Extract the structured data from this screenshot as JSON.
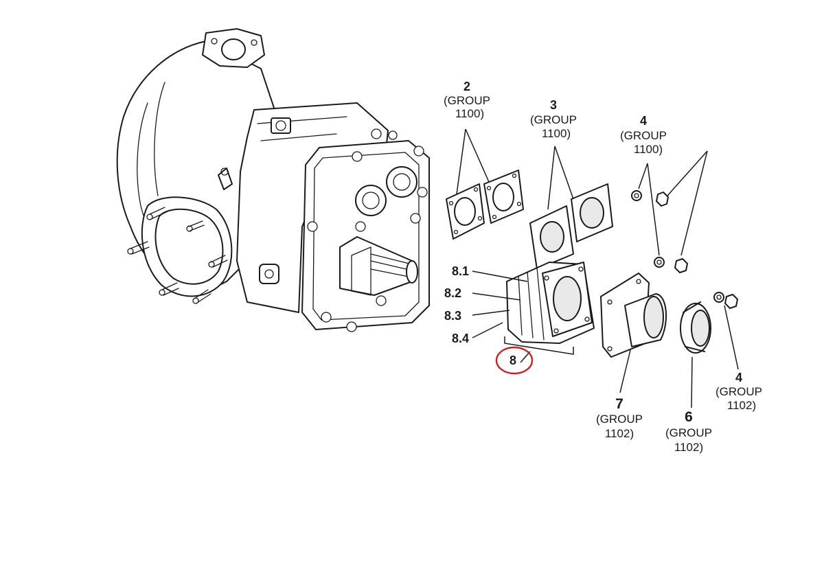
{
  "callouts": {
    "c2": {
      "number": "2",
      "group_line": "(GROUP",
      "group_num": "1100)"
    },
    "c3": {
      "number": "3",
      "group_line": "(GROUP",
      "group_num": "1100)"
    },
    "c4_top": {
      "number": "4",
      "group_line": "(GROUP",
      "group_num": "1100)"
    },
    "c4_bottom": {
      "number": "4",
      "group_line": "(GROUP",
      "group_num": "1102)"
    },
    "c7": {
      "number": "7",
      "group_line": "(GROUP",
      "group_num": "1102)"
    },
    "c6": {
      "number": "6",
      "group_line": "(GROUP",
      "group_num": "1102)"
    },
    "c8_1": {
      "number": "8.1"
    },
    "c8_2": {
      "number": "8.2"
    },
    "c8_3": {
      "number": "8.3"
    },
    "c8_4": {
      "number": "8.4"
    },
    "c8": {
      "number": "8"
    }
  },
  "highlight": {
    "target": "8",
    "color": "#cc1f1f"
  }
}
